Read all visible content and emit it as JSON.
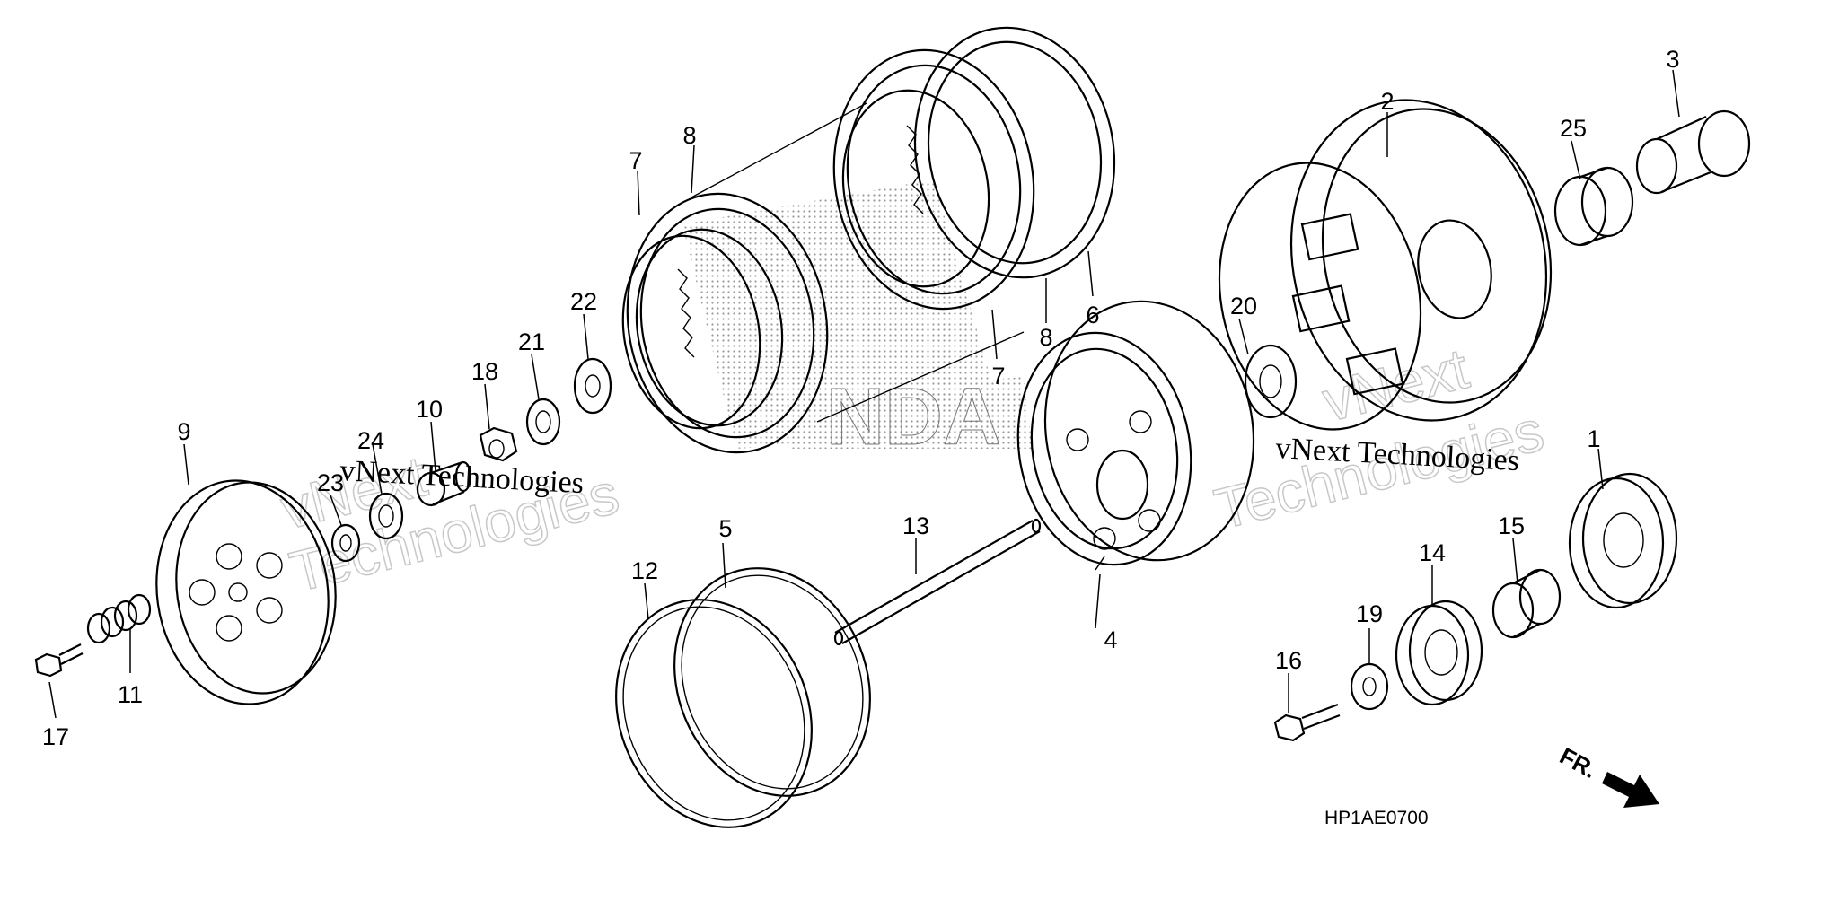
{
  "diagram": {
    "code": "HP1AE0700",
    "direction_label": "FR.",
    "watermark_text": "vNext Technologies",
    "watermark_stacked": [
      "vNext",
      "Technologies"
    ],
    "callouts": [
      "1",
      "2",
      "3",
      "4",
      "5",
      "6",
      "7",
      "7",
      "8",
      "8",
      "9",
      "10",
      "11",
      "12",
      "13",
      "14",
      "15",
      "16",
      "17",
      "18",
      "19",
      "20",
      "21",
      "22",
      "23",
      "24",
      "25"
    ]
  }
}
